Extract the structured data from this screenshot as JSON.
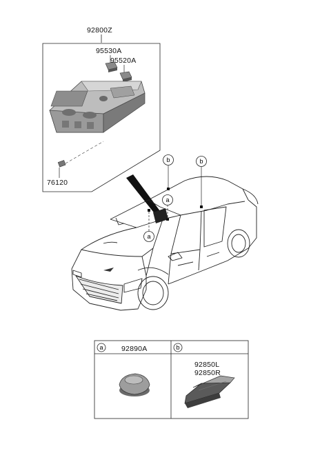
{
  "parts": {
    "assembly": "92800Z",
    "lamp_a": "95530A",
    "lamp_b": "95520A",
    "bulb": "76120"
  },
  "callouts": {
    "a": "a",
    "b": "b"
  },
  "legend": {
    "cell_a": {
      "key": "a",
      "part": "92890A"
    },
    "cell_b": {
      "key": "b",
      "part_l": "92850L",
      "part_r": "92850R"
    }
  }
}
